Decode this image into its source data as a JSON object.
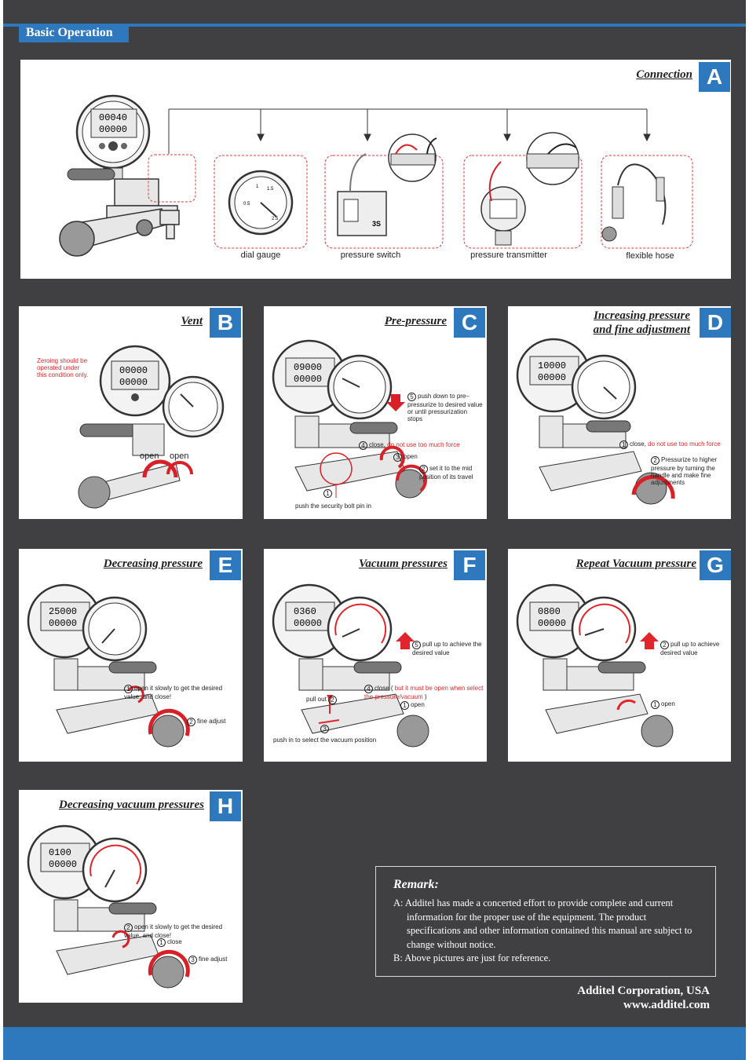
{
  "header": {
    "section": "Basic Operation"
  },
  "panels": {
    "a": {
      "letter": "A",
      "title": "Connection",
      "captions": [
        "dial gauge",
        "pressure switch",
        "pressure transmitter",
        "flexible hose"
      ],
      "lcd": "00040"
    },
    "b": {
      "letter": "B",
      "title": "Vent",
      "warning": "Zeroing should be operated under this condition only.",
      "open1": "open",
      "open2": "open",
      "lcd": "00000"
    },
    "c": {
      "letter": "C",
      "title": "Pre-pressure",
      "lcd": "09000",
      "s5": "push down to pre–pressurize to desired value or until pressurization stops",
      "s4a": "close,",
      "s4b": "do not use too much force",
      "s3": "open",
      "s2": "set it to the mid position of its travel",
      "s1": "push the security bolt pin in"
    },
    "d": {
      "letter": "D",
      "title1": "Increasing pressure",
      "title2": "and fine adjustment",
      "lcd": "10000",
      "s1a": "close,",
      "s1b": "do not use too much force",
      "s2": "Pressurize to higher pressure by turning the handle and make fine adjustments"
    },
    "e": {
      "letter": "E",
      "title": "Decreasing pressure",
      "lcd": "25000",
      "s1": "open it slowly to get the desired value, and close!",
      "s2": "fine adjust"
    },
    "f": {
      "letter": "F",
      "title": "Vacuum pressures",
      "lcd": "0360",
      "s5": "pull up to achieve the desired value",
      "s4a": "close",
      "s4b": "but it must be open when select the pressure/vacuum",
      "s2": "pull out",
      "s1": "open",
      "s3": "push in to select the vacuum position"
    },
    "g": {
      "letter": "G",
      "title": "Repeat Vacuum pressure",
      "lcd": "0800",
      "s2": "pull up to achieve desired value",
      "s1": "open"
    },
    "h": {
      "letter": "H",
      "title": "Decreasing vacuum pressures",
      "lcd": "0100",
      "s2": "open it slowly to get the desired value, and close!",
      "s1": "close",
      "s3": "fine adjust"
    }
  },
  "remark": {
    "title": "Remark:",
    "items": [
      "A: Additel has made a concerted effort to provide complete and current information for the proper use of the equipment. The product specifications and other information contained this manual are subject to change without notice.",
      "B: Above pictures are just for reference."
    ]
  },
  "footer": {
    "company": "Additel  Corporation, USA",
    "url": "www.additel.com"
  },
  "colors": {
    "accent": "#2e78bd",
    "background": "#404042",
    "warning": "#e0262c"
  }
}
